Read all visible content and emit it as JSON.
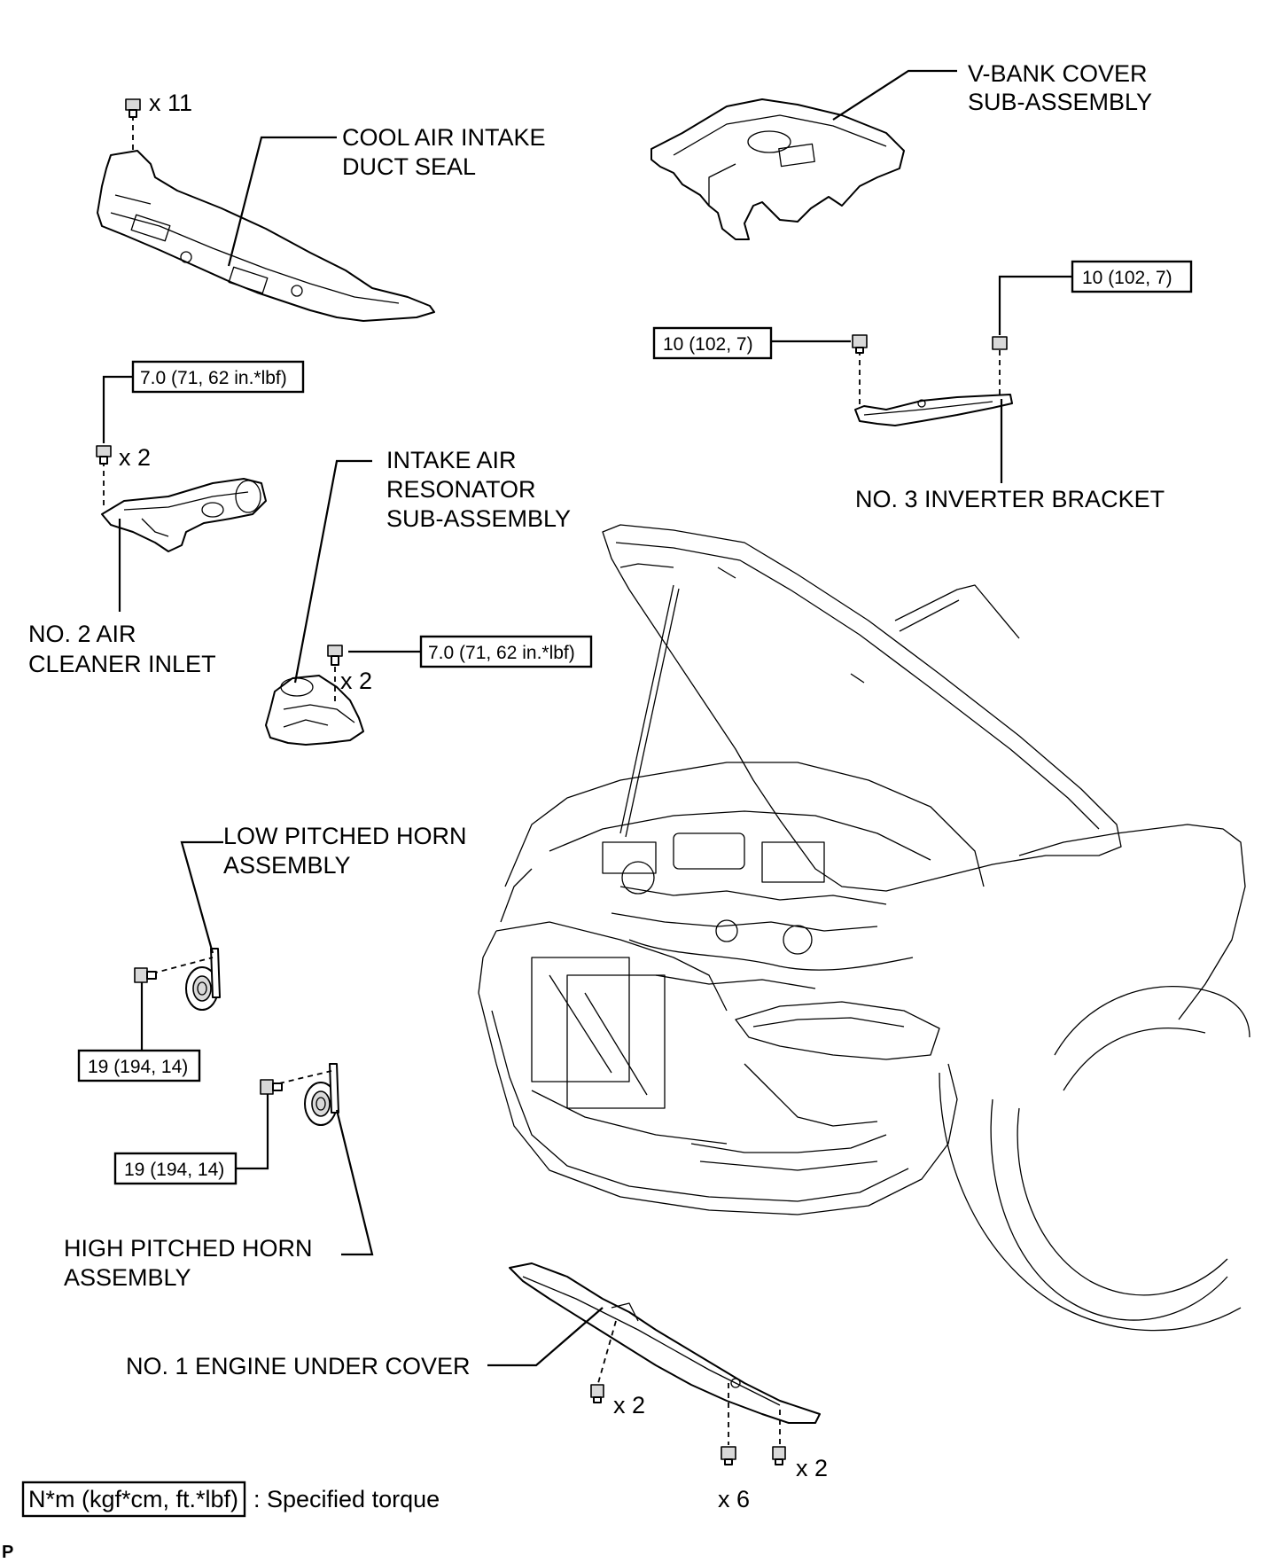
{
  "labels": {
    "cool_air_intake_duct_seal": [
      "COOL AIR INTAKE",
      "DUCT SEAL"
    ],
    "v_bank_cover": [
      "V-BANK COVER",
      "SUB-ASSEMBLY"
    ],
    "no3_inverter_bracket": [
      "NO. 3 INVERTER BRACKET"
    ],
    "intake_air_resonator": [
      "INTAKE AIR",
      "RESONATOR",
      "SUB-ASSEMBLY"
    ],
    "no2_air_cleaner_inlet": [
      "NO. 2 AIR",
      "CLEANER INLET"
    ],
    "low_pitched_horn": [
      "LOW PITCHED HORN",
      "ASSEMBLY"
    ],
    "high_pitched_horn": [
      "HIGH PITCHED HORN",
      "ASSEMBLY"
    ],
    "no1_engine_under_cover": [
      "NO. 1 ENGINE UNDER COVER"
    ]
  },
  "torques": {
    "inverter_left": "10 (102, 7)",
    "inverter_right": "10 (102, 7)",
    "air_cleaner_inlet": "7.0 (71, 62 in.*lbf)",
    "resonator": "7.0 (71, 62 in.*lbf)",
    "low_horn": "19 (194, 14)",
    "high_horn": "19 (194, 14)"
  },
  "quantities": {
    "duct_seal_clips": "x 11",
    "air_cleaner_bolts": "x 2",
    "resonator_bolts": "x 2",
    "under_cover_clips_upper": "x 2",
    "under_cover_bolts": "x 6",
    "under_cover_clips_lower": "x 2"
  },
  "legend": {
    "box_text": "N*m (kgf*cm, ft.*lbf)",
    "description": ": Specified torque"
  },
  "corner_mark": "P"
}
